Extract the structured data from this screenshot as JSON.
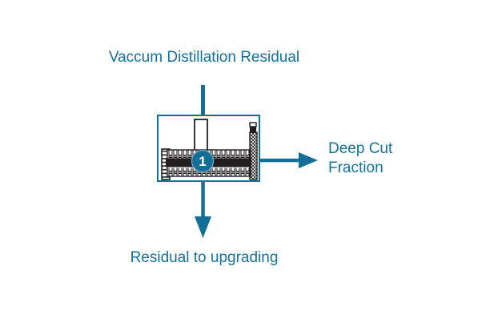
{
  "diagram": {
    "type": "process-flow",
    "colors": {
      "accent": "#146f96",
      "label_text": "#16719b",
      "machine_ink": "#231f20",
      "badge_fill": "#146f96",
      "badge_ring": "#6fa8c4",
      "badge_text": "#ffffff"
    },
    "labels": {
      "feed_input": "Vaccum Distillation Residual",
      "side_output": "Deep Cut Fraction",
      "bottom_output": "Residual to upgrading"
    },
    "unit": {
      "badge": "1"
    }
  }
}
